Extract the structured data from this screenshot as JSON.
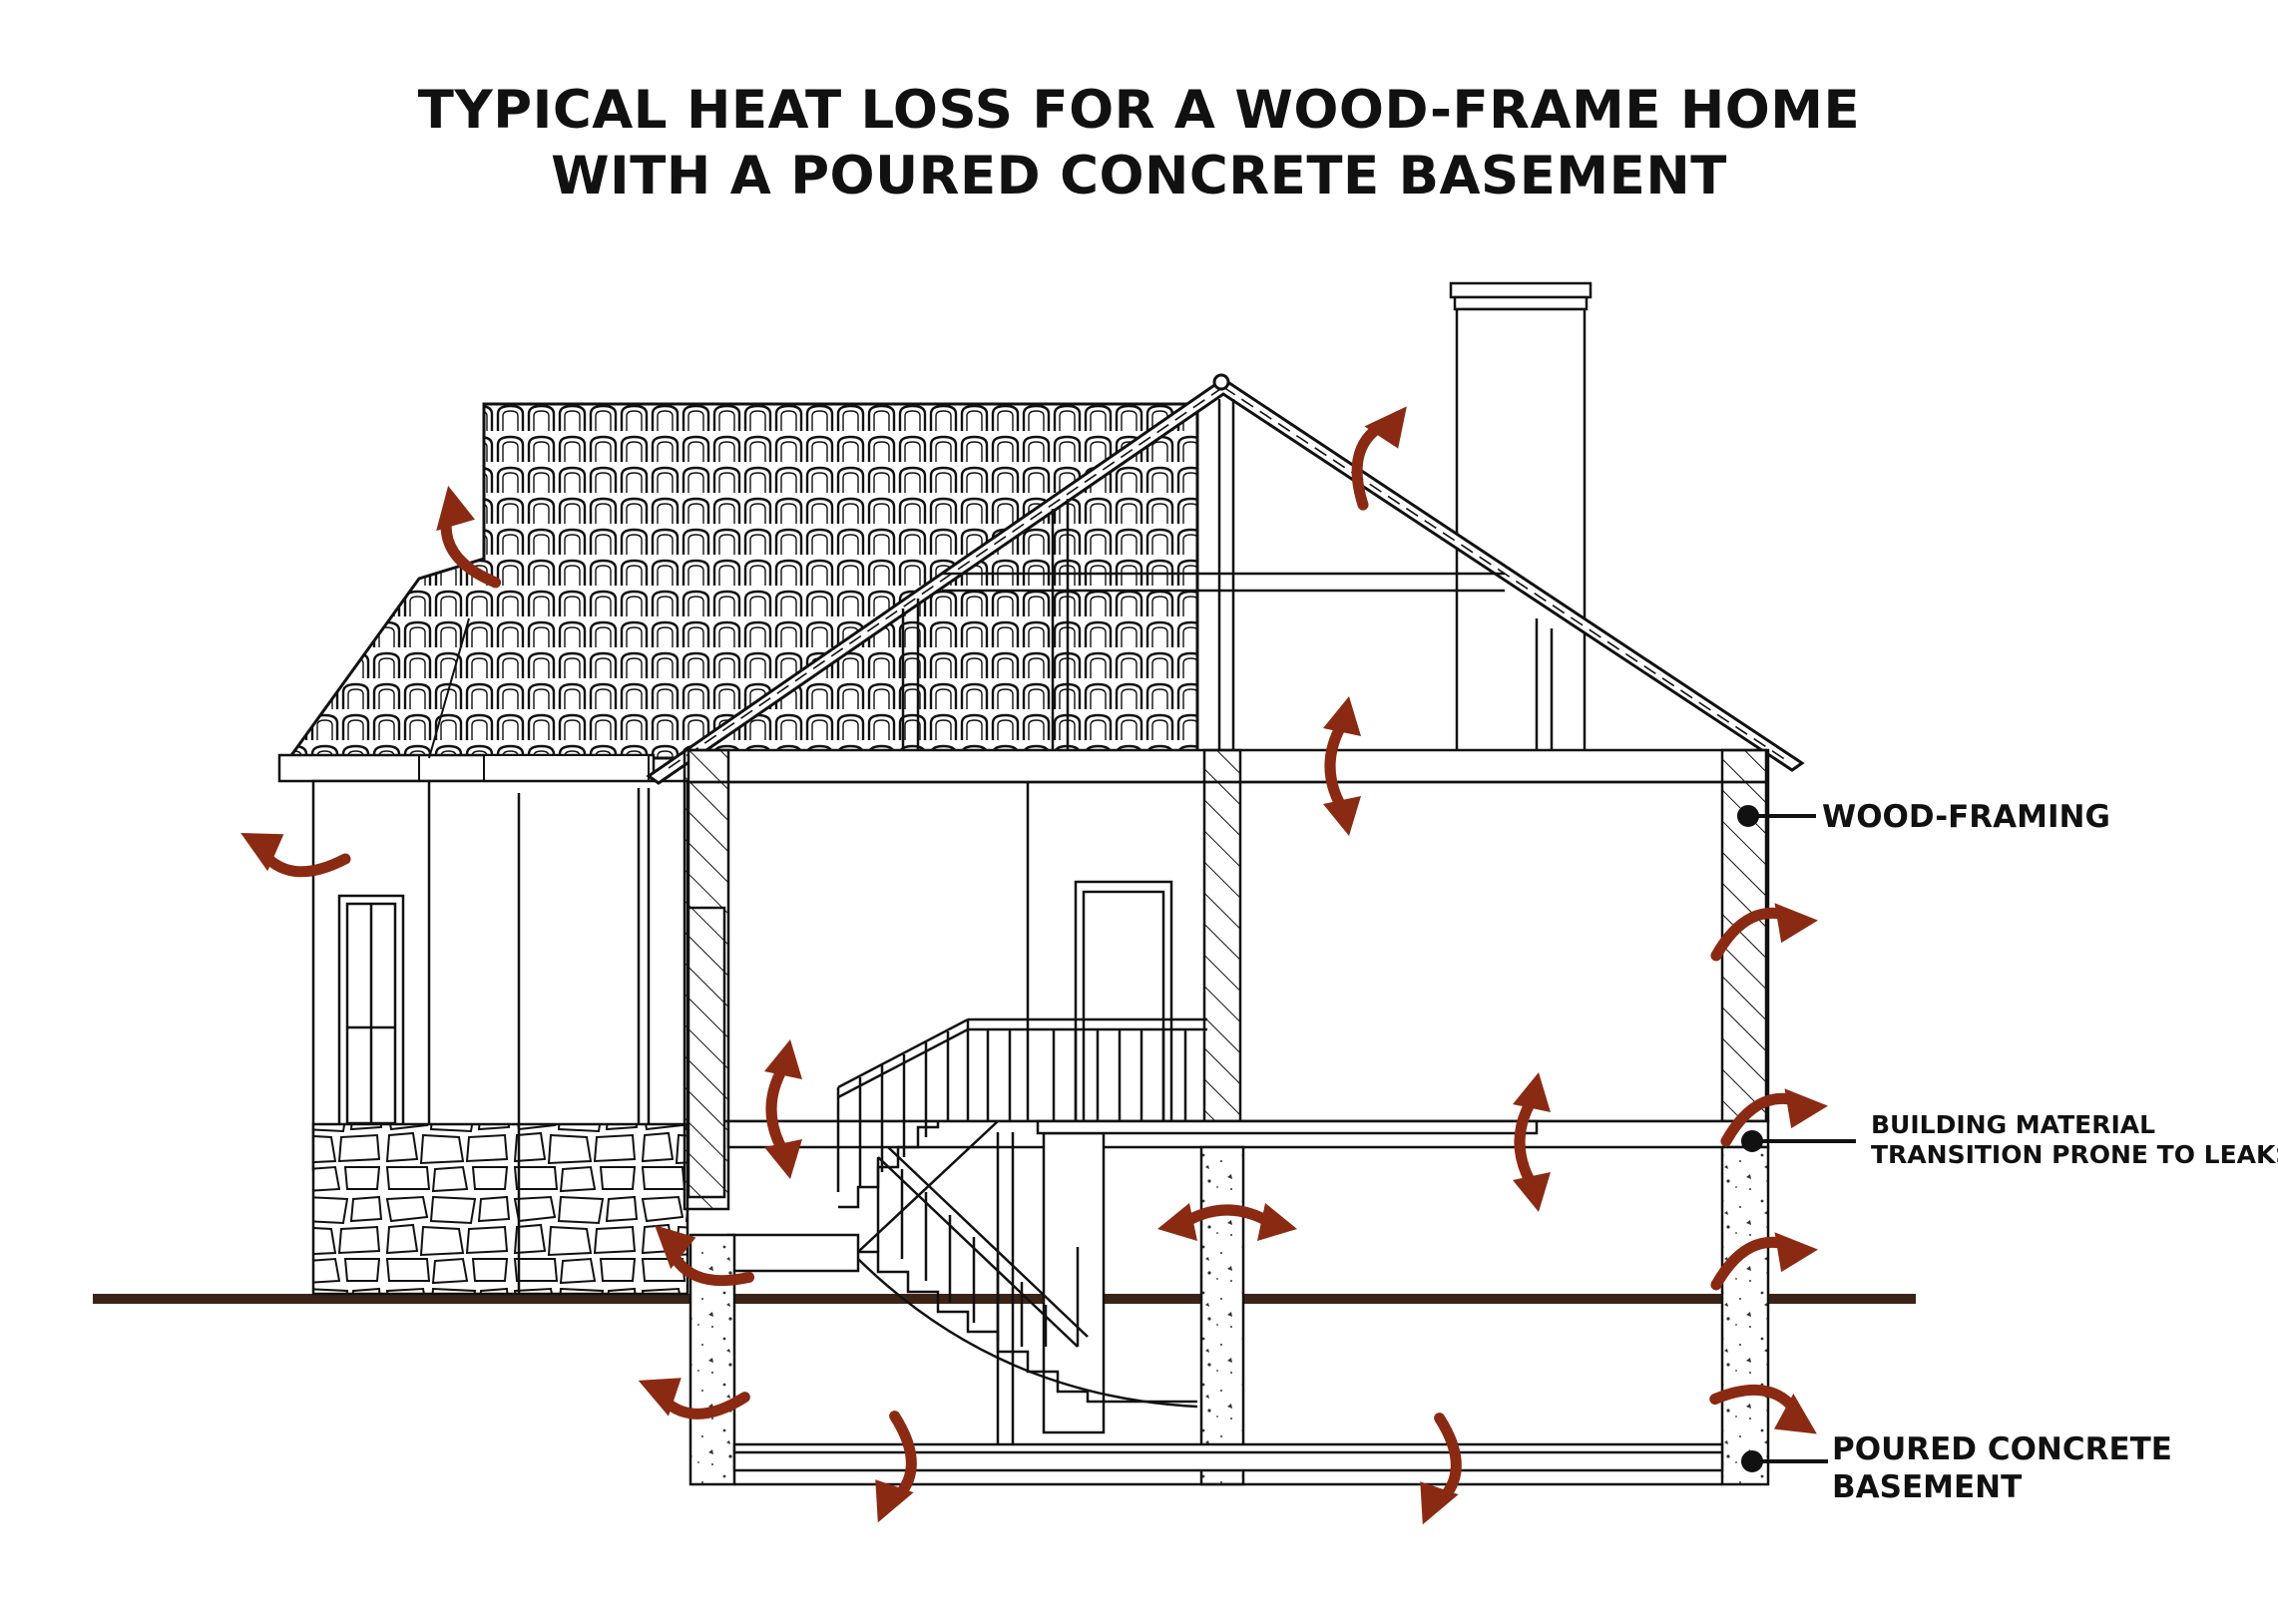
{
  "title": {
    "line1": "TYPICAL HEAT LOSS FOR A WOOD-FRAME HOME",
    "line2": "WITH A POURED CONCRETE BASEMENT"
  },
  "callouts": {
    "wood_framing": "WOOD-FRAMING",
    "transition_line1": "BUILDING MATERIAL",
    "transition_line2": "TRANSITION PRONE TO LEAKS",
    "basement_line1": "POURED CONCRETE",
    "basement_line2": "BASEMENT"
  },
  "colors": {
    "arrow": "#8b2a12",
    "ground": "#3a2418",
    "line": "#111111"
  },
  "icons": {
    "heat_arrow": "curved-heat-loss-arrow",
    "leader_dot": "callout-dot"
  }
}
